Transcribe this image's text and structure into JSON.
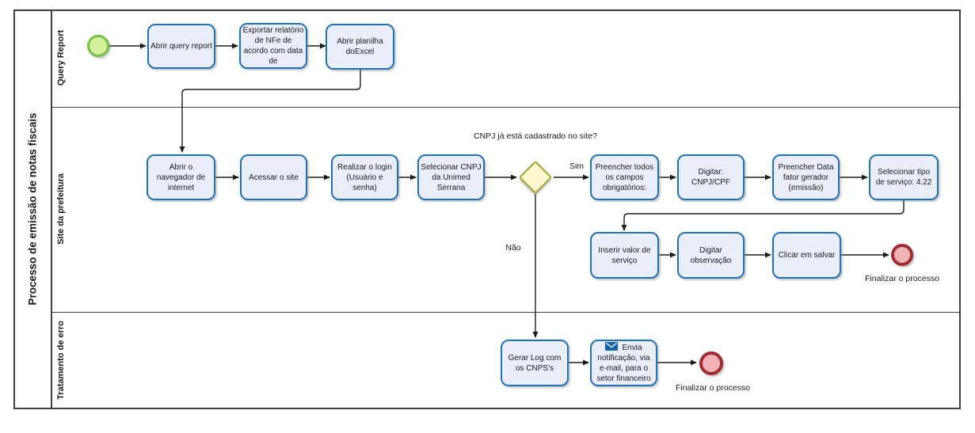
{
  "diagram": {
    "pool_title": "Processo de emissão de notas fiscais",
    "lanes": [
      {
        "label": "Query Report"
      },
      {
        "label": "Site da prefeitura"
      },
      {
        "label": "Tratamento de erro"
      }
    ]
  },
  "tasks": {
    "abrir_query_report": {
      "label": "Abrir query report"
    },
    "exportar_relatorio": {
      "label": "Exportar relatório de NFe de acordo com data de"
    },
    "abrir_planilha": {
      "label": "Abrir planilha doExcel"
    },
    "abrir_navegador": {
      "label": "Abrir o navegador de internet"
    },
    "acessar_site": {
      "label": "Acessar o site"
    },
    "realizar_login": {
      "label": "Realizar o login (Usuário e senha)"
    },
    "selecionar_cnpj": {
      "label": "Selecionar CNPJ da Unimed Serrana"
    },
    "preencher_campos": {
      "label": "Preencher todos os campos obrigatórios:"
    },
    "digitar_cnpj_cpf": {
      "label": "Digitar: CNPJ/CPF"
    },
    "preencher_data": {
      "label": "Preencher Data fator gerador (emissão)"
    },
    "selecionar_tipo": {
      "label": "Selecionar tipo de serviço: 4.22"
    },
    "inserir_valor": {
      "label": "Inserir valor de serviço"
    },
    "digitar_observacao": {
      "label": "Digitar observação"
    },
    "clicar_salvar": {
      "label": "Clicar em salvar"
    },
    "gerar_log": {
      "label": "Gerar Log com os CNPS's"
    },
    "envia_notificacao": {
      "label": "Envia notificação, via e-mail, para o setor financeiro"
    }
  },
  "gateway": {
    "question": "CNPJ já está cadastrado no site?",
    "yes_label": "Sim",
    "no_label": "Não"
  },
  "events": {
    "end_main": {
      "label": "Finalizar o processo"
    },
    "end_error": {
      "label": "Finalizar o processo"
    }
  },
  "icons": {
    "email": "email-icon"
  },
  "colors": {
    "task_fill": "#e9eefa",
    "task_border": "#2072b8",
    "start_fill": "#d6ef9e",
    "start_border": "#76c043",
    "gateway_fill": "#fbf6cd",
    "gateway_border": "#aaa039",
    "end_fill": "#efb3b7",
    "end_border": "#a02b33",
    "mail_blue": "#1464ac",
    "pool_border": "#404040",
    "line": "#1d1d1d",
    "text": "#1a1a1a"
  }
}
